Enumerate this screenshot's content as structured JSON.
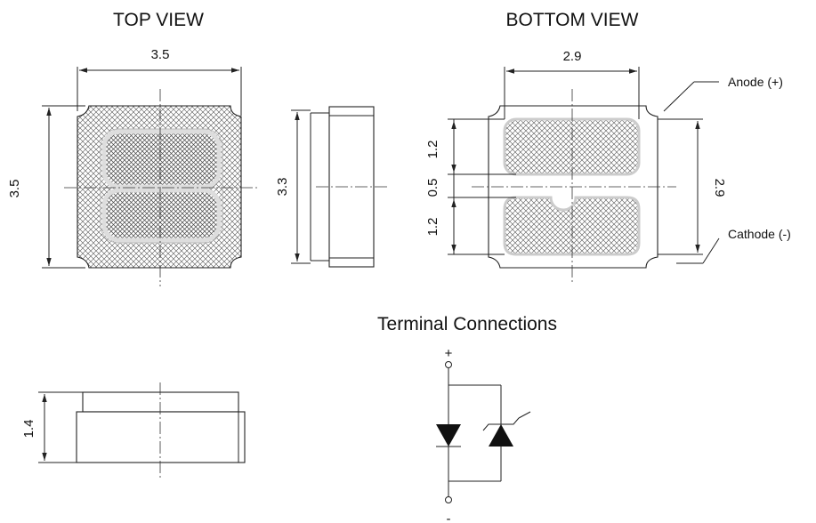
{
  "titles": {
    "top_view": "TOP VIEW",
    "bottom_view": "BOTTOM VIEW",
    "terminal": "Terminal Connections"
  },
  "dimensions": {
    "top_width": "3.5",
    "top_height": "3.5",
    "side_height": "3.3",
    "bottom_pad_width": "2.9",
    "bottom_pad_top": "1.2",
    "bottom_gap": "0.5",
    "bottom_pad_bottom": "1.2",
    "bottom_height": "2.9",
    "package_thickness": "1.4"
  },
  "labels": {
    "anode": "Anode (+)",
    "cathode": "Cathode (-)"
  },
  "symbols": {
    "plus": "+",
    "minus": "-"
  }
}
